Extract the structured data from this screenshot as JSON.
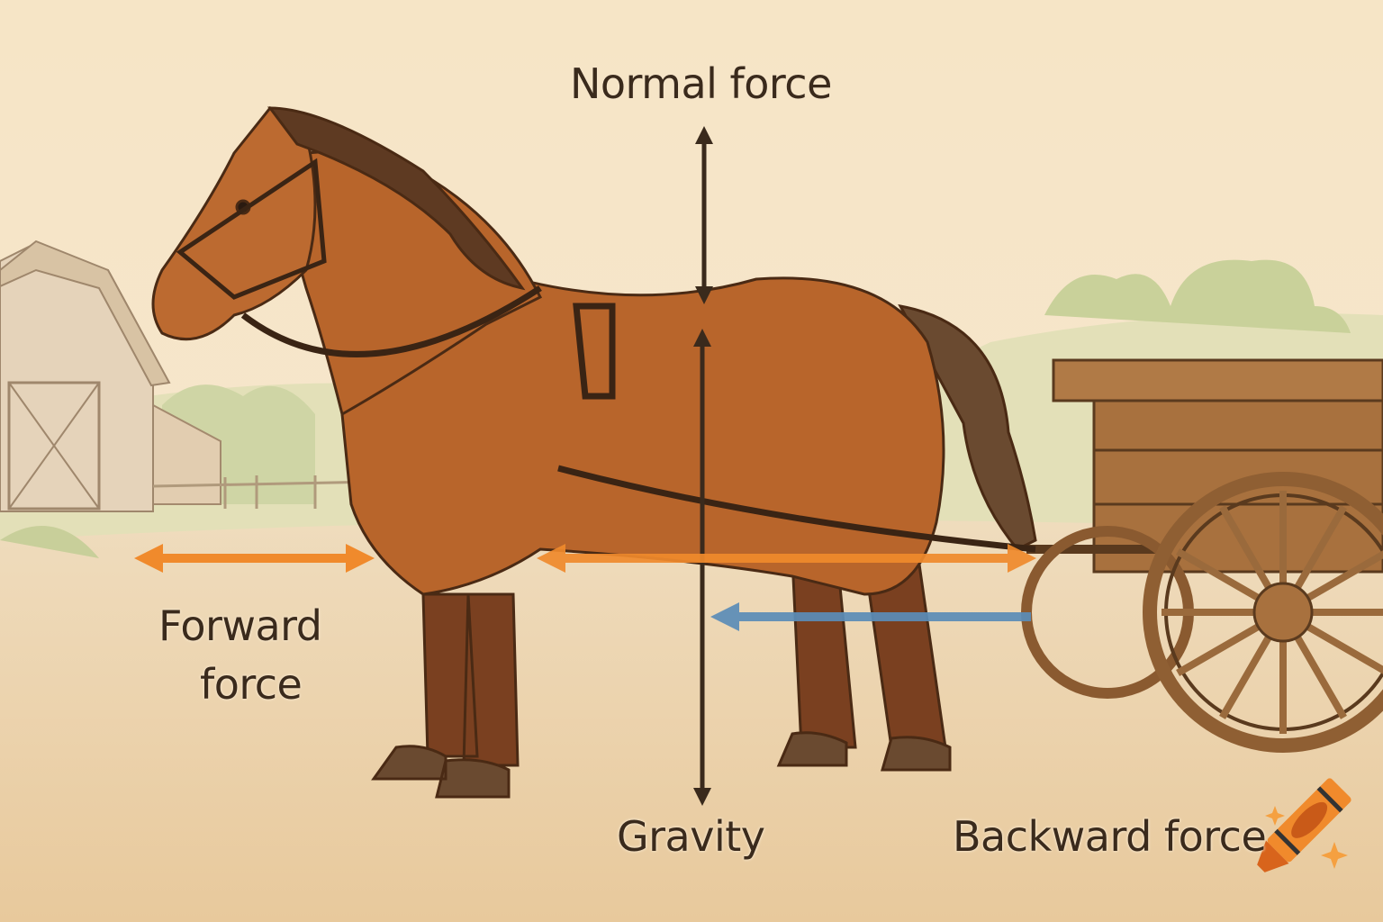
{
  "labels": {
    "normal_force": "Normal force",
    "forward_force_line1": "Forward",
    "forward_force_line2": "force",
    "gravity": "Gravity",
    "backward_force": "Backward force"
  },
  "colors": {
    "sky": "#f6e7cc",
    "ground": "#ecd2a8",
    "horse": "#b8652b",
    "forward_arrow": "#f08a2c",
    "backward_arrow": "#5b8db8",
    "vertical_arrows": "#3a2a1c",
    "wood": "#9a6a3c"
  },
  "icons": [
    "crayon-logo-icon"
  ]
}
